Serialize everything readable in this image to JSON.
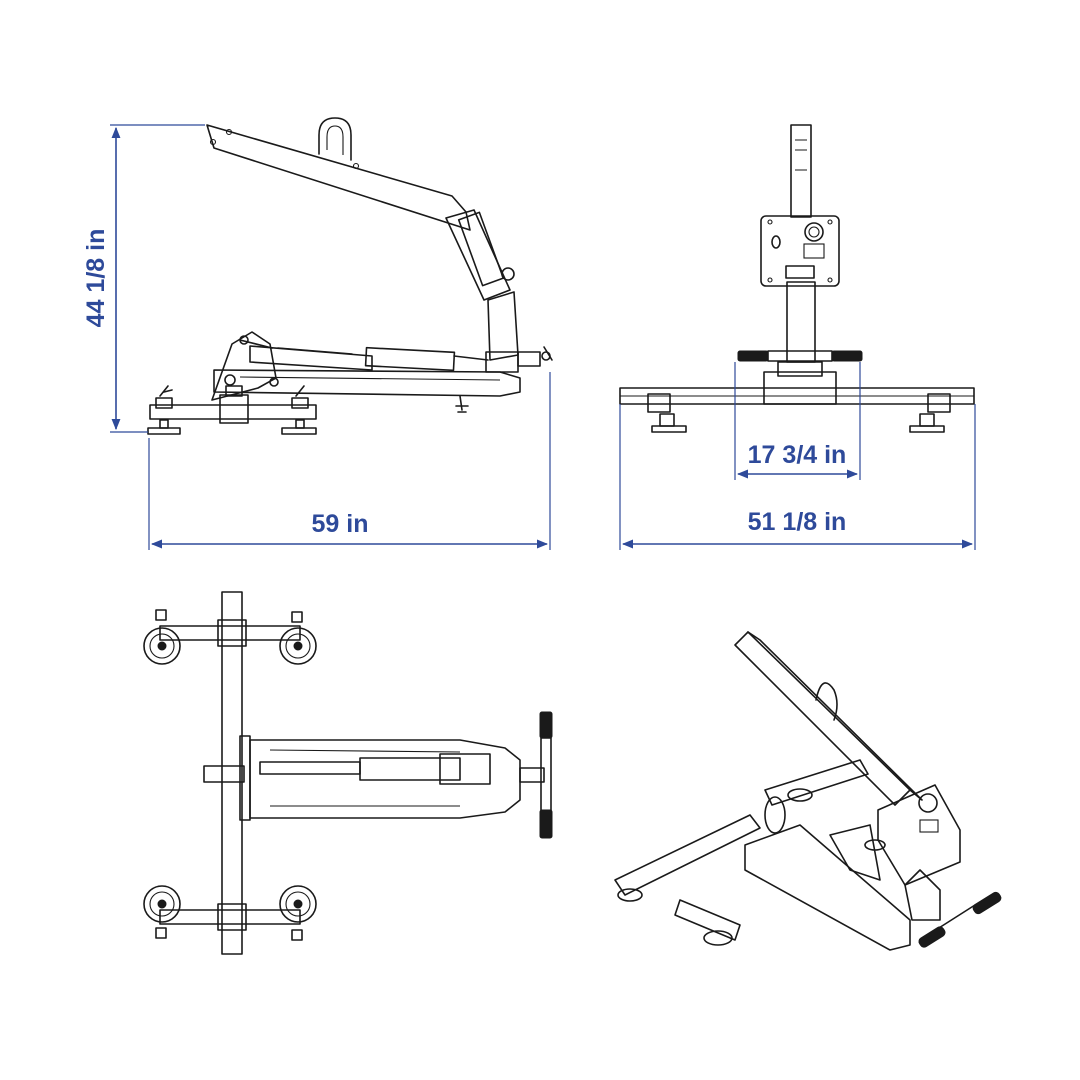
{
  "colors": {
    "dimension": "#2E4A9A",
    "line": "#1a1a1a",
    "background": "#ffffff"
  },
  "dimensions": {
    "height": "44 1/8 in",
    "length": "59 in",
    "width": "51 1/8 in",
    "inner_width": "17 3/4 in"
  },
  "views": [
    "side-view",
    "front-view",
    "top-view",
    "isometric-view"
  ]
}
